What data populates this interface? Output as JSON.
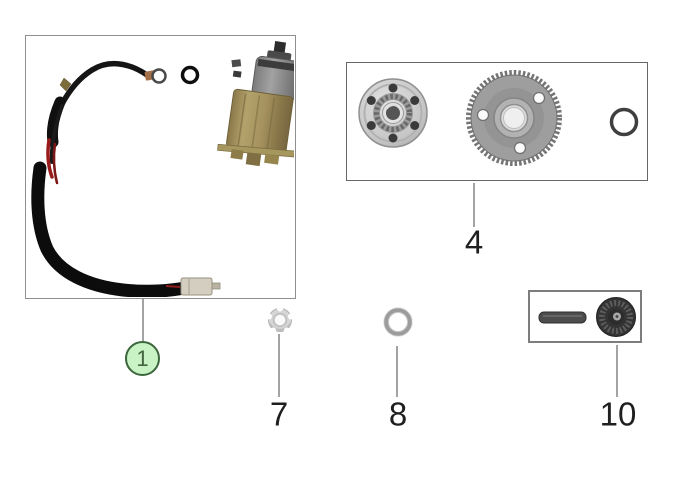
{
  "page": {
    "type": "exploded-parts-diagram",
    "background": "#ffffff"
  },
  "colors": {
    "highlight_fill": "#c9f3c5",
    "highlight_border": "#3c663c",
    "leader_line": "#a3a3a3",
    "label_text": "#1f1f1f",
    "panel_border_light": "#8f8f8f",
    "panel_border_dark": "#666666"
  },
  "parts": [
    {
      "ref": "1",
      "name": "starter-motor-cable-assembly",
      "highlighted": true
    },
    {
      "ref": "4",
      "name": "starter-clutch-gear-set",
      "highlighted": false
    },
    {
      "ref": "7",
      "name": "lock-nut",
      "highlighted": false
    },
    {
      "ref": "8",
      "name": "washer",
      "highlighted": false
    },
    {
      "ref": "10",
      "name": "starter-pinion-gear-and-pin",
      "highlighted": false
    }
  ]
}
